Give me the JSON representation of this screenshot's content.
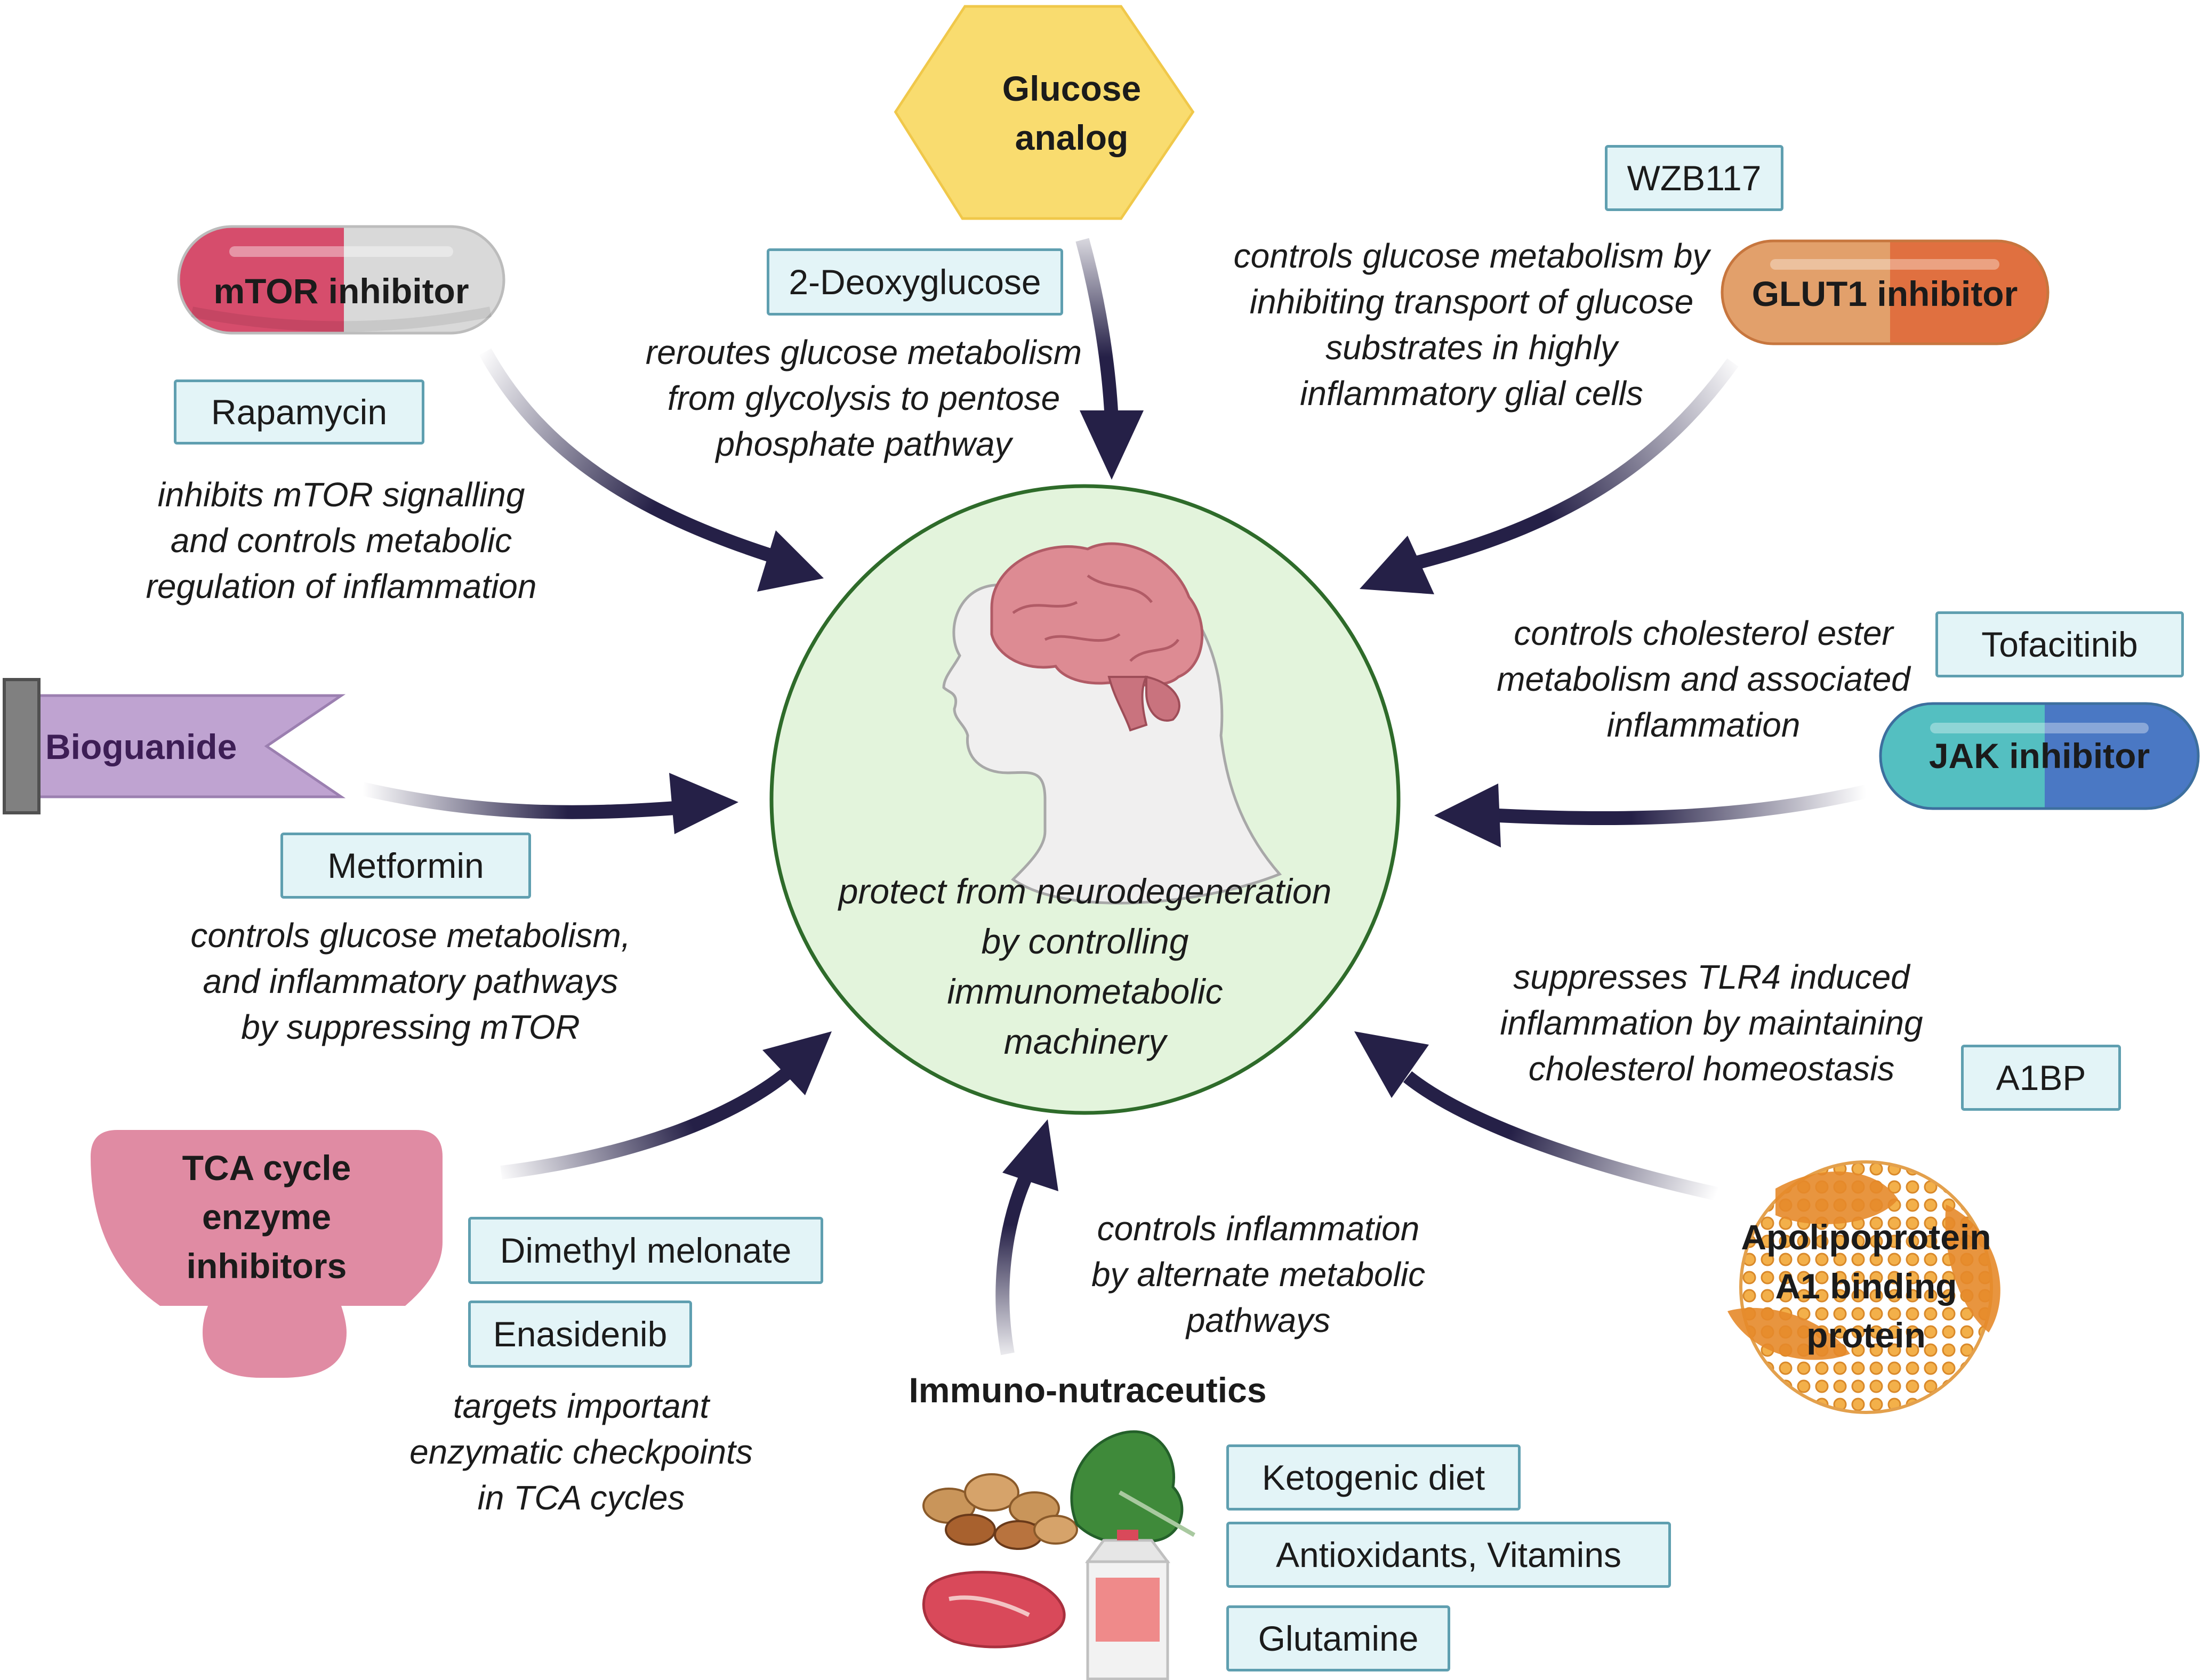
{
  "center": {
    "lines": [
      "protect from neurodegeneration",
      "by controlling",
      "immunometabolic",
      "machinery"
    ]
  },
  "groups": {
    "mtor": {
      "label_red": "mTOR",
      "label_grey": "inhibitor",
      "drug": "Rapamycin",
      "desc": [
        "inhibits mTOR signalling",
        "and controls metabolic",
        "regulation of inflammation"
      ]
    },
    "glucose": {
      "label": [
        "Glucose",
        "analog"
      ],
      "drug": "2-Deoxyglucose",
      "desc": [
        "reroutes glucose metabolism",
        "from glycolysis to pentose",
        "phosphate pathway"
      ]
    },
    "glut1": {
      "label": "GLUT1 inhibitor",
      "drug": "WZB117",
      "desc": [
        "controls glucose metabolism by",
        "inhibiting transport of glucose",
        "substrates in highly",
        "inflammatory glial cells"
      ]
    },
    "bioguanide": {
      "label": "Bioguanide",
      "drug": "Metformin",
      "desc": [
        "controls glucose metabolism,",
        "and inflammatory pathways",
        "by suppressing mTOR"
      ]
    },
    "jak": {
      "label": "JAK inhibitor",
      "drug": "Tofacitinib",
      "desc": [
        "controls cholesterol ester",
        "metabolism and associated",
        "inflammation"
      ]
    },
    "tca": {
      "label": [
        "TCA cycle",
        "enzyme",
        "inhibitors"
      ],
      "drugs": [
        "Dimethyl melonate",
        "Enasidenib"
      ],
      "desc": [
        "targets important",
        "enzymatic checkpoints",
        "in TCA cycles"
      ]
    },
    "nutra": {
      "label": "Immuno-nutraceutics",
      "items": [
        "Ketogenic diet",
        "Antioxidants, Vitamins",
        "Glutamine"
      ],
      "desc": [
        "controls inflammation",
        "by alternate metabolic",
        "pathways"
      ]
    },
    "apo": {
      "label": [
        "Apolipoprotein",
        "A1 binding",
        "protein"
      ],
      "drug": "A1BP",
      "desc": [
        "suppresses TLR4 induced",
        "inflammation by maintaining",
        "cholesterol homeostasis"
      ]
    }
  },
  "colors": {
    "arrow": "#252047",
    "circle_fill": "#e3f4dc",
    "circle_stroke": "#2e6b2a",
    "box_fill": "#e3f4f7",
    "box_stroke": "#5f9fb0"
  },
  "icons": [
    "brain-head-icon",
    "pill-icon",
    "hexagon-icon",
    "banner-icon",
    "lipoprotein-icon",
    "food-icon"
  ]
}
